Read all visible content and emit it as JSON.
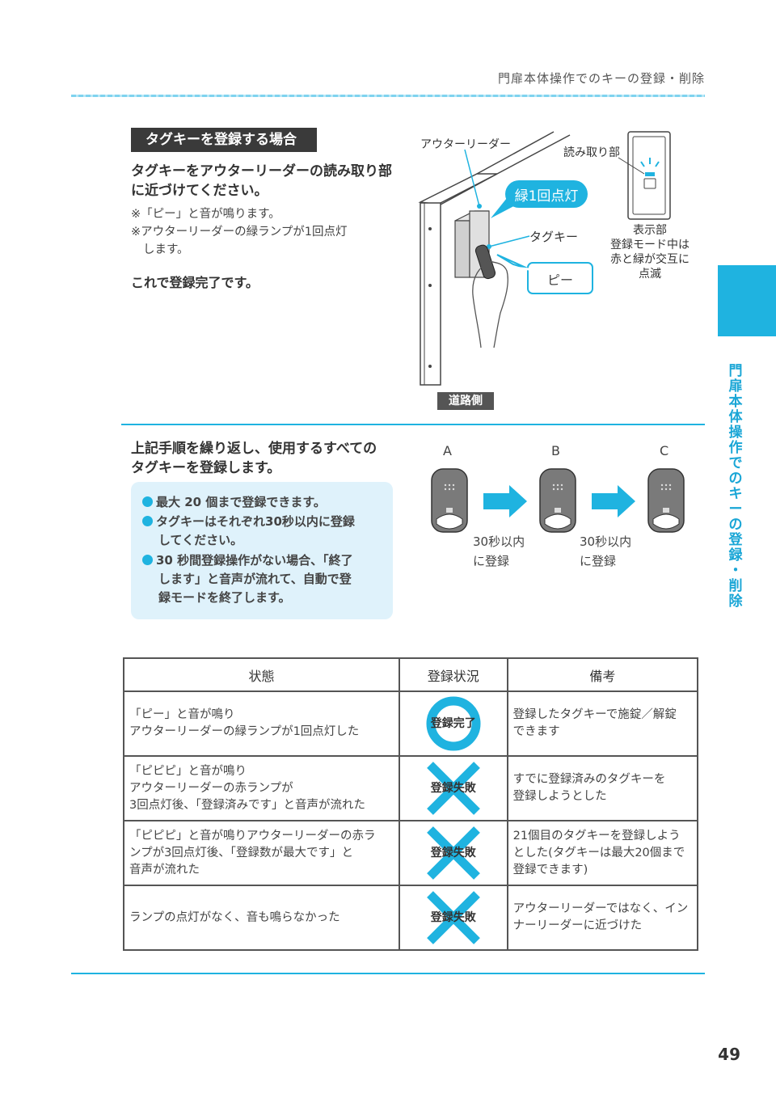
{
  "header": {
    "title": "門扉本体操作でのキーの登録・削除"
  },
  "side_tab": {
    "chars": [
      "門",
      "扉",
      "本",
      "体",
      "操",
      "作",
      "で",
      "の",
      "キ",
      "ー",
      "の",
      "登",
      "録",
      "・",
      "削",
      "除"
    ]
  },
  "section1": {
    "heading": "タグキーを登録する場合",
    "lead_lines": [
      "タグキーをアウターリーダーの読み取り部",
      "に近づけてください。"
    ],
    "note1": "※「ピー」と音が鳴ります。",
    "note2_line1": "※アウターリーダーの緑ランプが1回点灯",
    "note2_line2": "します。",
    "done": "これで登録完了です。"
  },
  "figure1": {
    "outer_reader": "アウターリーダー",
    "read_part": "読み取り部",
    "green_bubble": "緑1回点灯",
    "tag_key": "タグキー",
    "beep_bubble": "ピー",
    "display_lines": [
      "表示部",
      "登録モード中は",
      "赤と緑が交互に",
      "点滅"
    ],
    "road_side": "道路側"
  },
  "section2": {
    "lead_lines": [
      "上記手順を繰り返し、使用するすべての",
      "タグキーを登録します。"
    ],
    "items": [
      {
        "lines": [
          "最大 20 個まで登録できます。"
        ]
      },
      {
        "lines": [
          "タグキーはそれぞれ30秒以内に登録",
          "してください。"
        ]
      },
      {
        "lines": [
          "30 秒間登録操作がない場合、「終了",
          "します」と音声が流れて、自動で登",
          "録モードを終了します。"
        ]
      }
    ]
  },
  "figure2": {
    "labels": [
      "A",
      "B",
      "C"
    ],
    "caption_line1": "30秒以内",
    "caption_line2": "に登録"
  },
  "table": {
    "headers": [
      "状態",
      "登録状況",
      "備考"
    ],
    "rows": [
      {
        "state": [
          "「ピー」と音が鳴り",
          "アウターリーダーの緑ランプが1回点灯した"
        ],
        "result": "登録完了",
        "result_type": "ok",
        "remark": [
          "登録したタグキーで施錠／解錠",
          "できます"
        ]
      },
      {
        "state": [
          "「ピピピ」と音が鳴り",
          "アウターリーダーの赤ランプが",
          "3回点灯後、「登録済みです」と音声が流れた"
        ],
        "result": "登録失敗",
        "result_type": "ng",
        "remark": [
          "すでに登録済みのタグキーを",
          "登録しようとした"
        ]
      },
      {
        "state": [
          "「ピピピ」と音が鳴りアウターリーダーの赤ラ",
          "ンプが3回点灯後、「登録数が最大です」と",
          "音声が流れた"
        ],
        "result": "登録失敗",
        "result_type": "ng",
        "remark": [
          "21個目のタグキーを登録しよう",
          "とした(タグキーは最大20個まで",
          "登録できます)"
        ]
      },
      {
        "state": [
          "ランプの点灯がなく、音も鳴らなかった"
        ],
        "result": "登録失敗",
        "result_type": "ng",
        "remark": [
          "アウターリーダーではなく、イン",
          "ナーリーダーに近づけた"
        ]
      }
    ]
  },
  "colors": {
    "accent": "#1fb3e0",
    "light_blue": "#dff2fb",
    "dark": "#3a3a3a"
  },
  "page_number": "49"
}
